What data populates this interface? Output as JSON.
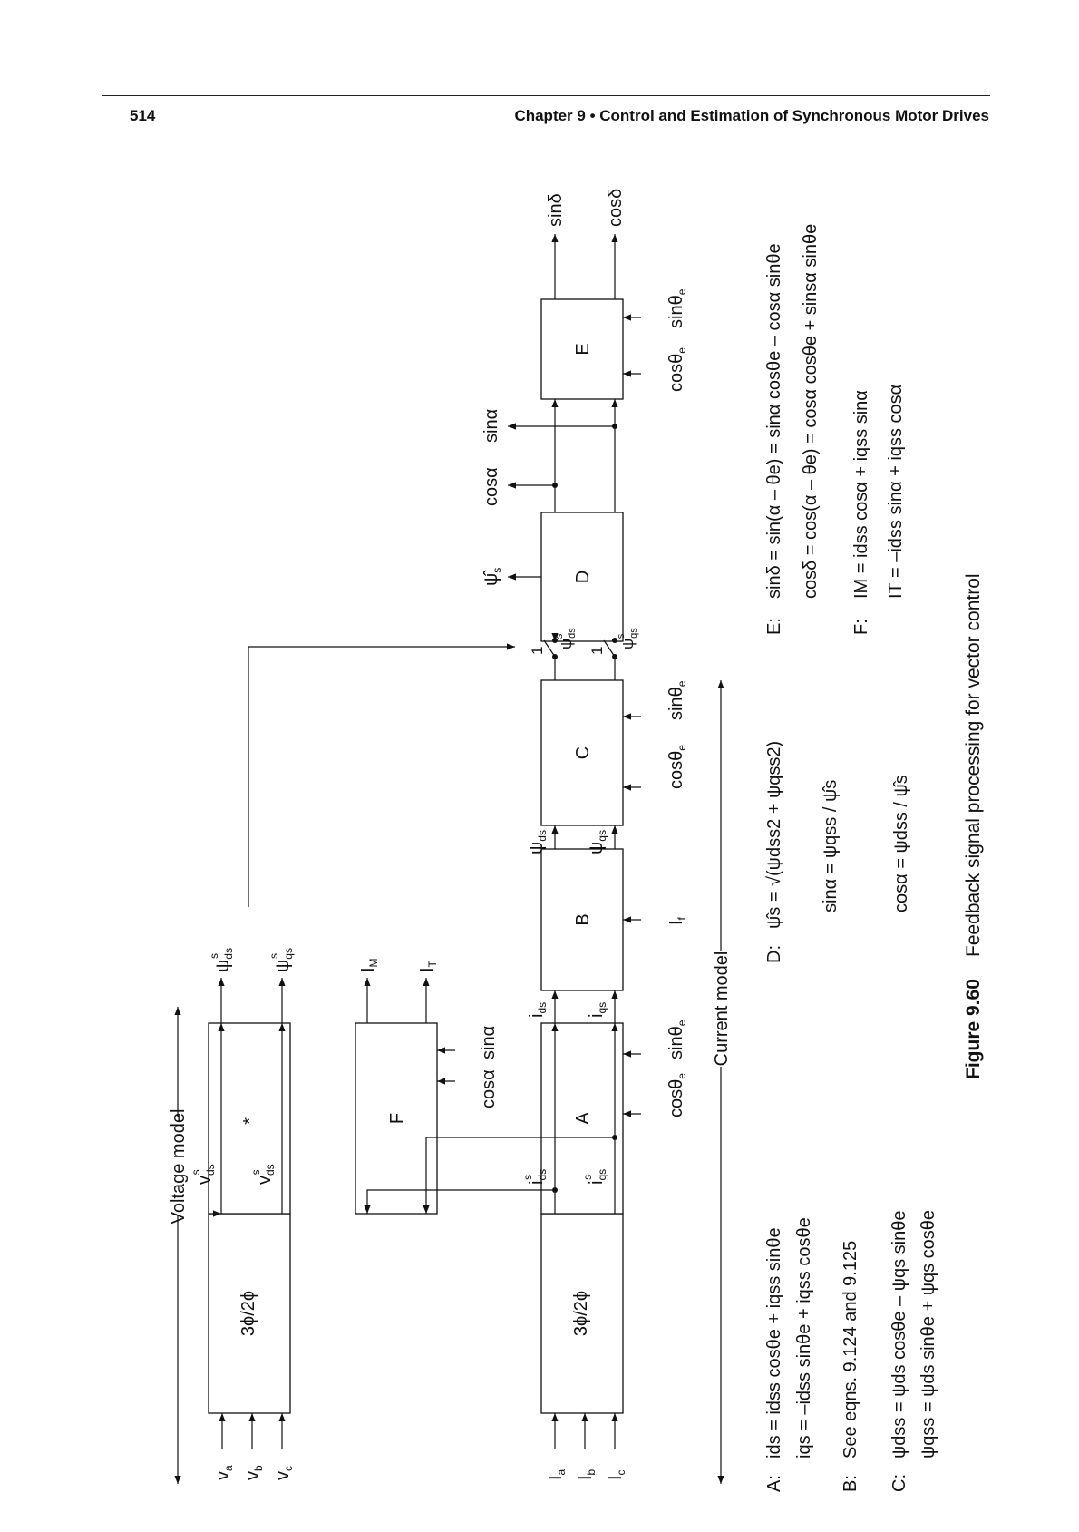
{
  "header": {
    "page_number": "514",
    "running_head": "Chapter 9 • Control and Estimation of Synchronous Motor Drives"
  },
  "figure": {
    "number": "Figure 9.60",
    "caption": "Feedback signal processing for vector control",
    "models": {
      "voltage": "Voltage model",
      "current": "Current model"
    },
    "blocks": {
      "vconv": "3ϕ/2ϕ",
      "star": "*",
      "f": "F",
      "iconv": "3ϕ/2ϕ",
      "a": "A",
      "b": "B",
      "c": "C",
      "d": "D",
      "e": "E"
    },
    "inputs": {
      "va": "v",
      "va_sub": "a",
      "vb": "v",
      "vb_sub": "b",
      "vc": "v",
      "vc_sub": "c",
      "ia": "I",
      "ia_sub": "a",
      "ib": "I",
      "ib_sub": "b",
      "ic": "I",
      "ic_sub": "c"
    },
    "signals": {
      "v": "v",
      "i": "i",
      "psi": "ψ",
      "s": "s",
      "ds": "ds",
      "qs": "qs",
      "I": "I",
      "M": "M",
      "T": "T",
      "f": "f",
      "one": "1",
      "cos_alpha": "cosα",
      "sin_alpha": "sinα",
      "cos_theta": "cosθ",
      "sin_theta": "sinθ",
      "e": "e",
      "psi_hat": "ψ̂",
      "sin_delta": "sinδ",
      "cos_delta": "cosδ"
    },
    "equations": {
      "A_label": "A:",
      "A1": "ids = idss cosθe + iqss sinθe",
      "A2": "iqs = –idss sinθe + iqss cosθe",
      "B_label": "B:",
      "B1": "See eqns. 9.124 and 9.125",
      "C_label": "C:",
      "C1": "ψdss = ψds cosθe – ψqs sinθe",
      "C2": "ψqss = ψds sinθe + ψqs cosθe",
      "D_label": "D:",
      "D1": "ψ̂s = √(ψdss2 + ψqss2)",
      "D2": "sinα = ψqss / ψ̂s",
      "D3": "cosα = ψdss / ψ̂s",
      "E_label": "E:",
      "E1": "sinδ = sin(α – θe) = sinα cosθe – cosα sinθe",
      "E2": "cosδ = cos(α – θe) = cosα cosθe + sinsα sinθe",
      "F_label": "F:",
      "F1": "IM = idss cosα + iqss sinα",
      "F2": "IT = –idss sinα + iqss cosα"
    }
  }
}
